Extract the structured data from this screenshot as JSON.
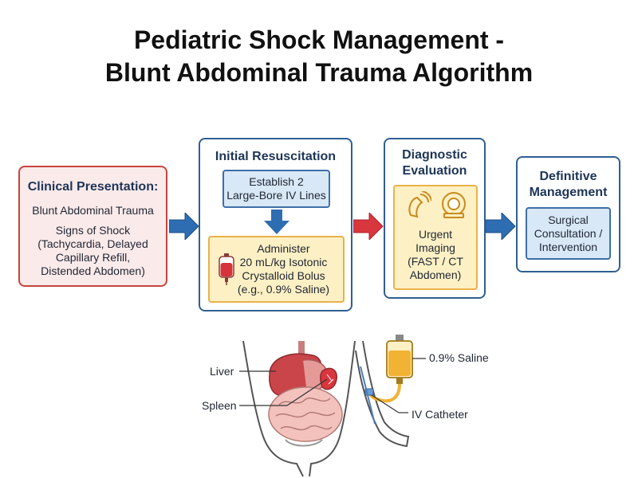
{
  "title": {
    "line1": "Pediatric Shock Management -",
    "line2": "Blunt Abdominal Trauma Algorithm"
  },
  "steps": {
    "clinical": {
      "heading": "Clinical Presentation:",
      "line1": "Blunt Abdominal Trauma",
      "signs": [
        "Signs of Shock",
        "(Tachycardia, Delayed",
        "Capillary Refill,",
        "Distended Abdomen)"
      ]
    },
    "resuscitation": {
      "heading": "Initial Resuscitation",
      "iv_lines": [
        "Establish 2",
        "Large-Bore IV Lines"
      ],
      "bolus": [
        "Administer",
        "20 mL/kg Isotonic",
        "Crystalloid Bolus",
        "(e.g., 0.9% Saline)"
      ]
    },
    "diagnostic": {
      "heading": [
        "Diagnostic",
        "Evaluation"
      ],
      "imaging": [
        "Urgent",
        "Imaging",
        "(FAST / CT",
        "Abdomen)"
      ]
    },
    "definitive": {
      "heading": [
        "Definitive",
        "Management"
      ],
      "surgical": [
        "Surgical",
        "Consultation /",
        "Intervention"
      ]
    }
  },
  "illustration": {
    "labels": {
      "liver": "Liver",
      "spleen": "Spleen",
      "saline": "0.9% Saline",
      "catheter": "IV Catheter"
    }
  },
  "icons": {
    "blood_bag": "blood-bag-icon",
    "ultrasound": "ultrasound-probe-icon",
    "ct": "ct-scanner-icon"
  },
  "colors": {
    "clinical_border": "#c4463f",
    "clinical_fill": "#fbeaea",
    "step_border": "#2f5f91",
    "inner_blue": "#d9e8f6",
    "inner_yellow": "#fdf0c4",
    "arrow_blue": "#2f6db3",
    "arrow_red": "#d9363e"
  }
}
